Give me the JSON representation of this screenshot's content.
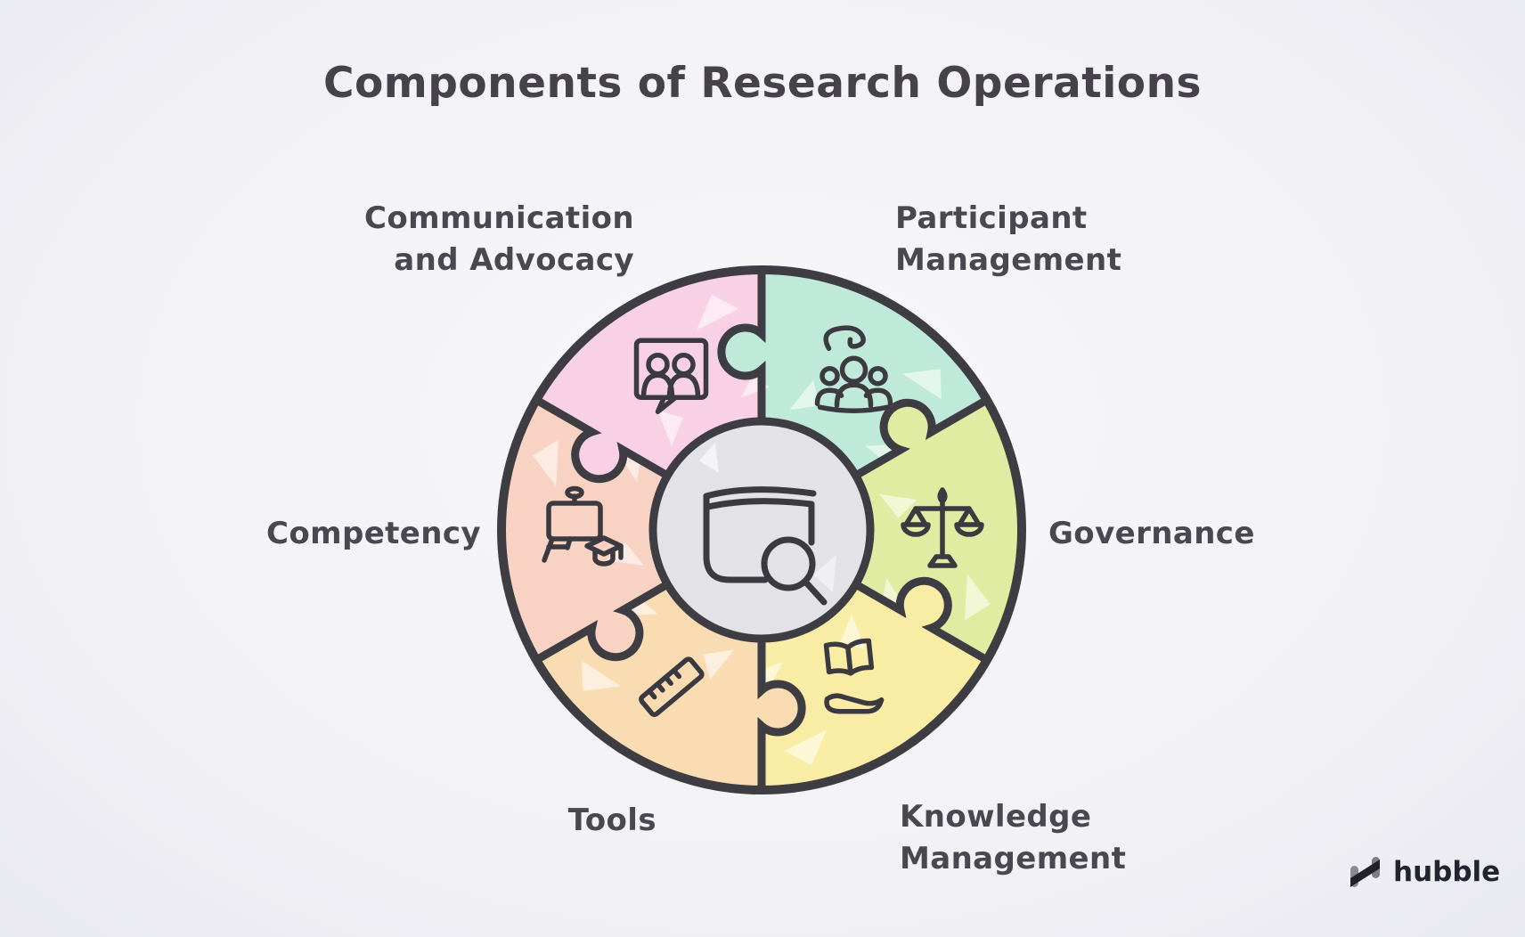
{
  "title": "Components of Research Operations",
  "diagram": {
    "center": {
      "icon": "book-search-icon",
      "fill": "#e3e2e6"
    },
    "outline_color": "#3e3d44",
    "segments": [
      {
        "label_lines": [
          "Participant",
          "Management"
        ],
        "icon": "participant-management-icon",
        "color": "#bfeada"
      },
      {
        "label_lines": [
          "Governance"
        ],
        "icon": "governance-scales-icon",
        "color": "#dfeca1"
      },
      {
        "label_lines": [
          "Knowledge",
          "Management"
        ],
        "icon": "knowledge-management-icon",
        "color": "#f9eda5"
      },
      {
        "label_lines": [
          "Tools"
        ],
        "icon": "tools-ruler-icon",
        "color": "#fadcb3"
      },
      {
        "label_lines": [
          "Competency"
        ],
        "icon": "competency-easel-icon",
        "color": "#f8d2c2"
      },
      {
        "label_lines": [
          "Communication",
          "and Advocacy"
        ],
        "icon": "communication-advocacy-icon",
        "color": "#f8d2e4"
      }
    ]
  },
  "logo": {
    "text": "hubble",
    "icon": "hubble-logo-icon"
  }
}
